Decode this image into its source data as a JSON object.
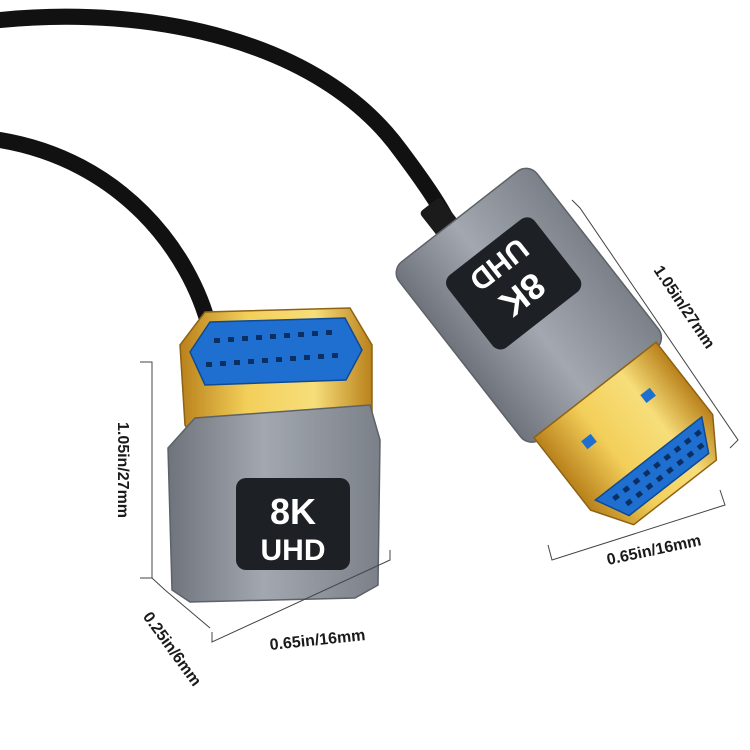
{
  "left_connector": {
    "badge_top": "8K",
    "badge_bottom": "UHD"
  },
  "right_connector": {
    "badge_top": "8K",
    "badge_bottom": "UHD"
  },
  "dimensions": {
    "left_height": "1.05in/27mm",
    "left_width": "0.65in/16mm",
    "left_thickness": "0.25in/6mm",
    "right_height": "1.05in/27mm",
    "right_width": "0.65in/16mm"
  },
  "colors": {
    "shell": "#8d929b",
    "gold": "#e8b43a",
    "blue": "#1e6fd0",
    "cable": "#111111"
  }
}
